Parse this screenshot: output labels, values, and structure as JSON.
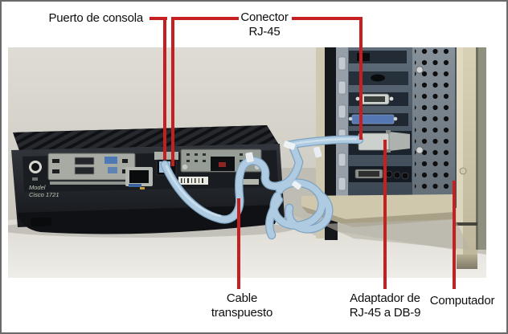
{
  "labels": {
    "console_port": "Puerto de consola",
    "connector_line1": "Conector",
    "connector_line2": "RJ-45",
    "cable_line1": "Cable",
    "cable_line2": "transpuesto",
    "adapter_line1": "Adaptador de",
    "adapter_line2": "RJ-45 a DB-9",
    "computer": "Computador"
  },
  "photo": {
    "router_model_line1": "Model",
    "router_model_line2": "Cisco 1721"
  },
  "colors": {
    "annotation_red": "#c61f1f",
    "cable_blue": "#aecbe2",
    "cable_blue_edge": "#7fa3c0",
    "case_beige": "#d5ceb4",
    "border_gray": "#6a6a6a"
  }
}
